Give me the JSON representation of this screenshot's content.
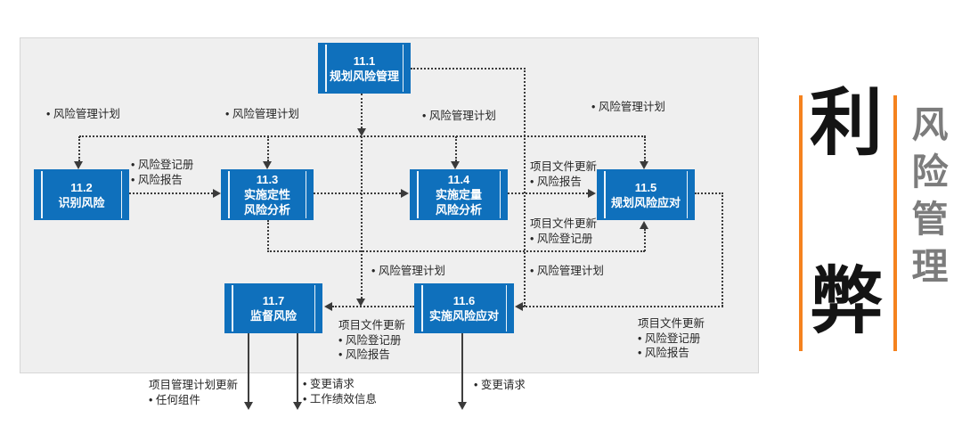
{
  "boxes": [
    {
      "id": "11.1",
      "lines": [
        "11.1",
        "规划风险管理"
      ]
    },
    {
      "id": "11.2",
      "lines": [
        "11.2",
        "识别风险"
      ]
    },
    {
      "id": "11.3",
      "lines": [
        "11.3",
        "实施定性",
        "风险分析"
      ]
    },
    {
      "id": "11.4",
      "lines": [
        "11.4",
        "实施定量",
        "风险分析"
      ]
    },
    {
      "id": "11.5",
      "lines": [
        "11.5",
        "规划风险应对"
      ]
    },
    {
      "id": "11.6",
      "lines": [
        "11.6",
        "实施风险应对"
      ]
    },
    {
      "id": "11.7",
      "lines": [
        "11.7",
        "监督风险"
      ]
    }
  ],
  "labels": {
    "t1": {
      "lines": [
        "• 风险管理计划"
      ]
    },
    "t2": {
      "lines": [
        "• 风险管理计划"
      ]
    },
    "t3": {
      "lines": [
        "• 风险管理计划"
      ]
    },
    "t4": {
      "lines": [
        "• 风险管理计划"
      ]
    },
    "t5": {
      "lines": [
        "• 风险登记册",
        "• 风险报告"
      ]
    },
    "t6": {
      "lines": [
        "项目文件更新",
        "• 风险报告"
      ]
    },
    "t7": {
      "lines": [
        "项目文件更新",
        "• 风险登记册"
      ]
    },
    "t8": {
      "lines": [
        "• 风险管理计划"
      ]
    },
    "t9": {
      "lines": [
        "• 风险管理计划"
      ]
    },
    "t10": {
      "lines": [
        "项目文件更新",
        "• 风险登记册",
        "• 风险报告"
      ]
    },
    "t11": {
      "lines": [
        "项目文件更新",
        "• 风险登记册",
        "• 风险报告"
      ]
    },
    "t12": {
      "lines": [
        "项目管理计划更新",
        "• 任何组件"
      ]
    },
    "t13": {
      "lines": [
        "• 变更请求",
        "• 工作绩效信息"
      ]
    },
    "t14": {
      "lines": [
        "• 变更请求"
      ]
    }
  },
  "side": {
    "top_char": "利",
    "bottom_char": "弊",
    "vertical_title": "风险管理"
  },
  "colors": {
    "process_box_blue": "#0f70bc",
    "panel_background": "#efefef",
    "connector_dark": "#3a3a3a",
    "accent_orange": "#f5821e",
    "side_title_gray": "#7c7c7c"
  }
}
